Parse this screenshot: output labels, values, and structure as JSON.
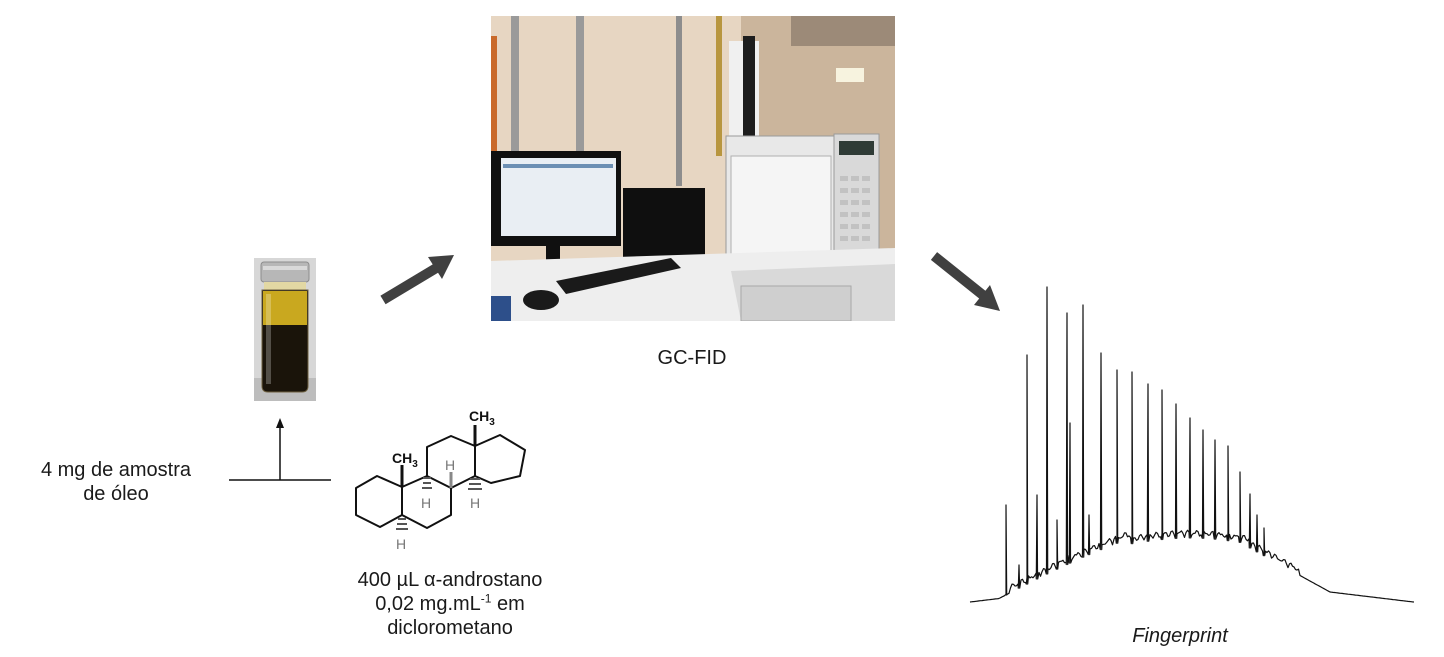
{
  "labels": {
    "instrument": "GC-FID",
    "sample_line1": "4 mg de amostra",
    "sample_line2": "de óleo",
    "standard_line1": "400 µL α-androstano",
    "standard_line2_pre": "0,02 mg.mL",
    "standard_line2_sup": "-1",
    "standard_line2_post": " em",
    "standard_line3": "diclorometano",
    "chromatogram": "Fingerprint"
  },
  "structure": {
    "methyl_label": "CH",
    "methyl_sub": "3",
    "hydrogen": "H"
  },
  "colors": {
    "arrow": "#404040",
    "line": "#111111",
    "oil": "#1a140a",
    "oil_top": "#c9a81f"
  }
}
